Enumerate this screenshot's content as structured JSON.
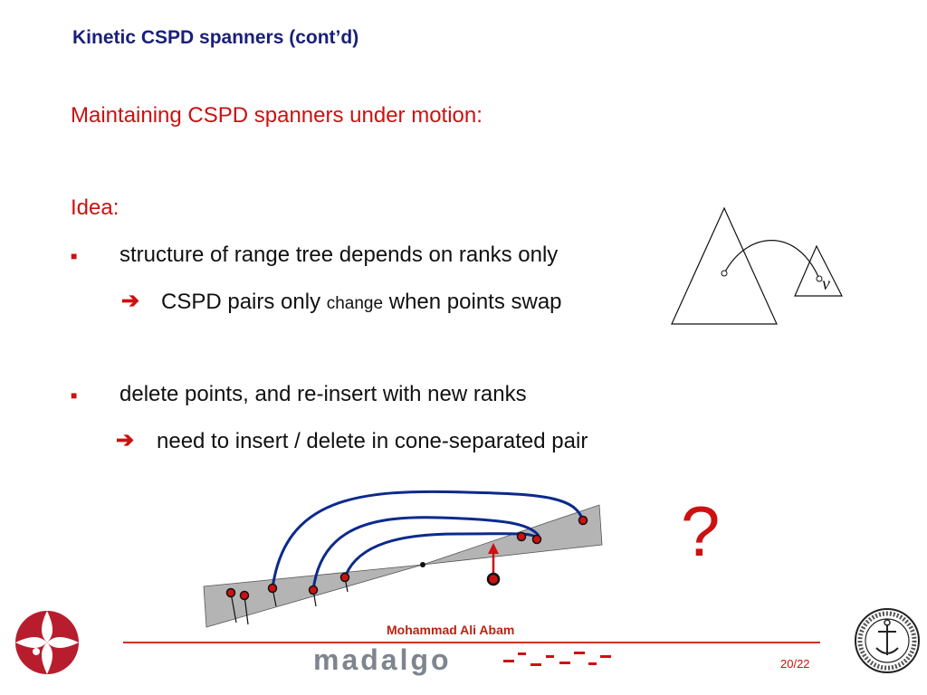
{
  "title": "Kinetic CSPD spanners (cont’d)",
  "heading": "Maintaining CSPD spanners under motion:",
  "idea_label": "Idea:",
  "bullets": [
    {
      "text": "structure of range tree depends on ranks only",
      "implication": {
        "part1": "CSPD pairs only",
        "part2": "change",
        "part3": "when points swap"
      }
    },
    {
      "text": "delete points, and re-insert with new ranks",
      "implication": {
        "text": "need to insert / delete in cone-separated pair"
      }
    }
  ],
  "diagram_label": "v",
  "question_mark": "?",
  "footer": {
    "author": "Mohammad Ali Abam",
    "brand": "madalgo",
    "page": "20/22"
  },
  "colors": {
    "title": "#1a1f7a",
    "accent": "#cc1111",
    "curve": "#0a2a8c",
    "wedge": "#b4b4b4"
  }
}
